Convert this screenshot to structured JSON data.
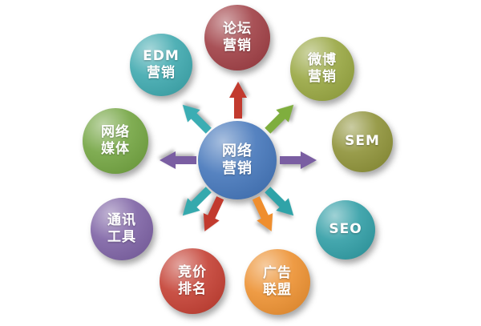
{
  "center": {
    "label": "网络\n营销",
    "color": "#3f72b8"
  },
  "nodes": [
    {
      "id": "forum-marketing",
      "label": "论坛\n营销",
      "color": "#9d3a40"
    },
    {
      "id": "weibo-marketing",
      "label": "微博\n营销",
      "color": "#95a43c"
    },
    {
      "id": "sem",
      "label": "SEM",
      "color": "#8b8f33"
    },
    {
      "id": "seo",
      "label": "SEO",
      "color": "#2b9ba3"
    },
    {
      "id": "ad-alliance",
      "label": "广告\n联盟",
      "color": "#ec8e2c"
    },
    {
      "id": "bid-ranking",
      "label": "竞价\n排名",
      "color": "#c23a2d"
    },
    {
      "id": "communication-tools",
      "label": "通讯\n工具",
      "color": "#7a5ea2"
    },
    {
      "id": "network-media",
      "label": "网络\n媒体",
      "color": "#6fa23c"
    },
    {
      "id": "edm-marketing",
      "label": "EDM\n营销",
      "color": "#39a6ac"
    }
  ],
  "arrows": [
    {
      "direction": "up",
      "target": "论坛营销",
      "color": "#c23a2e"
    },
    {
      "direction": "up-right",
      "target": "微博营销",
      "color": "#7fae3e"
    },
    {
      "direction": "right",
      "target": "SEM",
      "color": "#7a5ea2"
    },
    {
      "direction": "down-right",
      "target": "SEO",
      "color": "#2fa3a8"
    },
    {
      "direction": "down",
      "target": "广告联盟",
      "color": "#ef8e2e"
    },
    {
      "direction": "down-left",
      "target": "竞价排名",
      "color": "#c23a2e"
    },
    {
      "direction": "down-left-far",
      "target": "通讯工具",
      "color": "#35a9ad"
    },
    {
      "direction": "left",
      "target": "网络媒体",
      "color": "#7a5ea2"
    },
    {
      "direction": "up-left",
      "target": "EDM营销",
      "color": "#3badb3"
    }
  ]
}
